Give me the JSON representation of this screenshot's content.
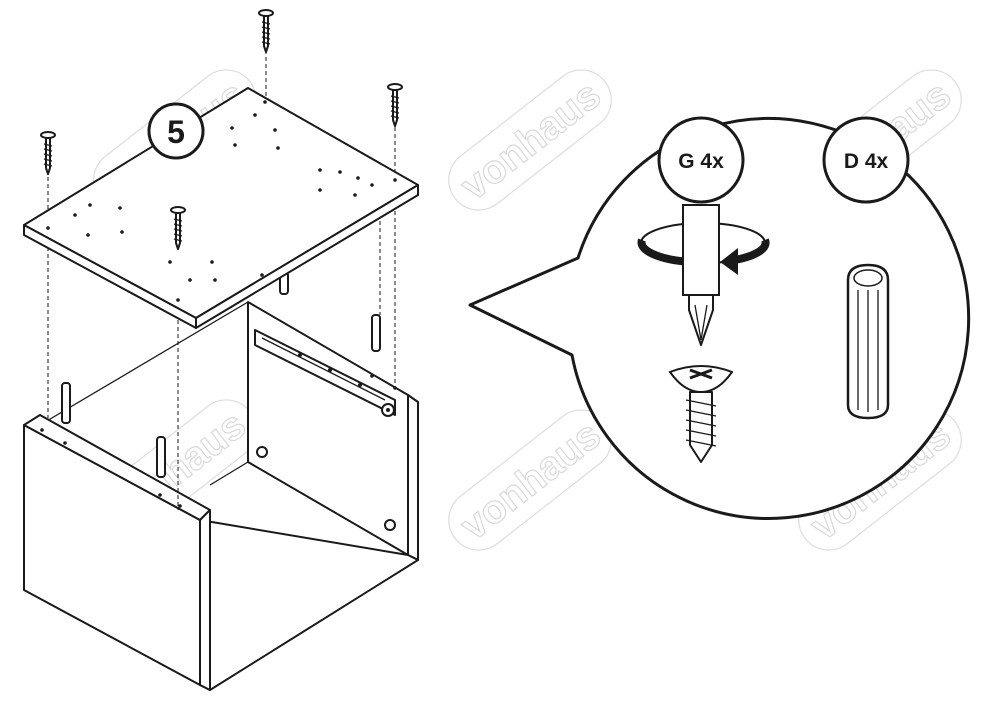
{
  "watermark": {
    "text": "vonhaus"
  },
  "step": {
    "number": "5"
  },
  "parts": [
    {
      "id": "G",
      "label": "G 4x",
      "part": "screw"
    },
    {
      "id": "D",
      "label": "D 4x",
      "part": "wooden-dowel"
    }
  ],
  "colors": {
    "ink": "#1a1a1a",
    "watermark": "#d9d9d9",
    "background": "#ffffff"
  },
  "icons": [
    "screwdriver-icon",
    "rotation-arrow-icon",
    "screw-icon",
    "dowel-icon"
  ]
}
